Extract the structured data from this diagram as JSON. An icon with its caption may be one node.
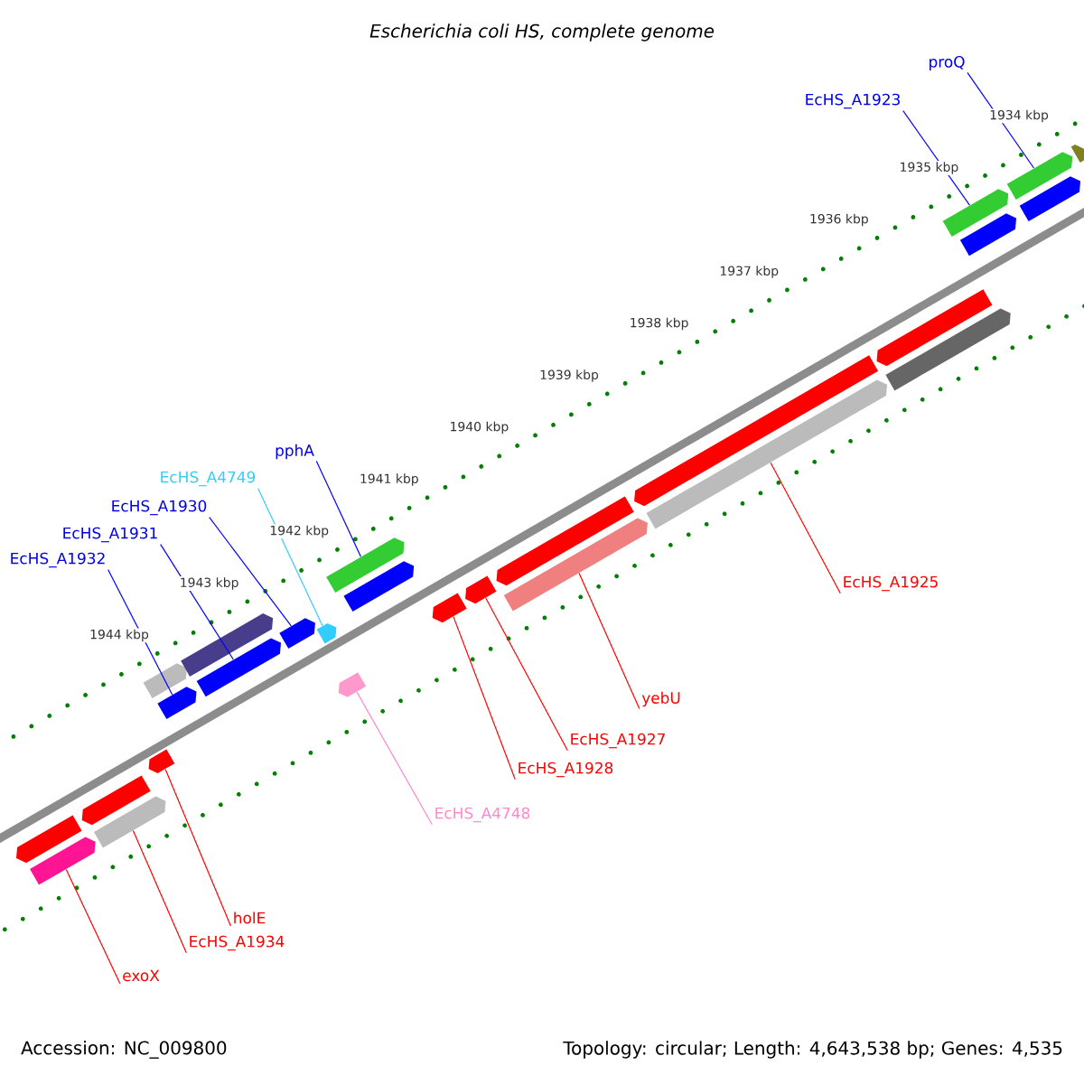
{
  "diagram": {
    "title": "Escherichia coli HS, complete genome",
    "nodes": [
      {
        "text": [
          "proQ"
        ]
      },
      {
        "text": [
          "EcHS_A1923"
        ]
      },
      {
        "text": [
          "pphA"
        ]
      },
      {
        "text": [
          "EcHS_A4749"
        ]
      },
      {
        "text": [
          "EcHS_A1930"
        ]
      },
      {
        "text": [
          "EcHS_A1931"
        ]
      },
      {
        "text": [
          "EcHS_A1932"
        ]
      },
      {
        "text": [
          "EcHS_A1925"
        ]
      },
      {
        "text": [
          "yebU"
        ]
      },
      {
        "text": [
          "EcHS_A1927"
        ]
      },
      {
        "text": [
          "EcHS_A1928"
        ]
      },
      {
        "text": [
          "EcHS_A4748"
        ]
      },
      {
        "text": [
          "holE"
        ]
      },
      {
        "text": [
          "EcHS_A1934"
        ]
      },
      {
        "text": [
          "exoX"
        ]
      },
      {
        "text": [],
        "shape": "pentagon"
      },
      {
        "text": [],
        "shape": "pentagon"
      },
      {
        "text": [],
        "shape": "pentagon"
      },
      {
        "text": [],
        "shape": "pentagon"
      },
      {
        "text": [],
        "shape": "pentagon"
      },
      {
        "text": [],
        "shape": "pentagon"
      },
      {
        "text": [],
        "shape": "pentagon"
      },
      {
        "text": [],
        "shape": "pentagon"
      },
      {
        "text": [],
        "shape": "pentagon"
      },
      {
        "text": [],
        "shape": "pentagon"
      },
      {
        "text": [],
        "shape": "pentagon"
      },
      {
        "text": [],
        "shape": "pentagon"
      },
      {
        "text": [],
        "shape": "pentagon"
      },
      {
        "text": [],
        "shape": "pentagon"
      },
      {
        "text": [],
        "shape": "pentagon"
      },
      {
        "text": [],
        "shape": "pentagon"
      },
      {
        "text": [],
        "shape": "pentagon"
      },
      {
        "text": [],
        "shape": "pentagon"
      },
      {
        "text": [],
        "shape": "pentagon"
      },
      {
        "text": [],
        "shape": "pentagon"
      },
      {
        "text": [],
        "shape": "pentagon"
      },
      {
        "text": [],
        "shape": "pentagon"
      },
      {
        "text": [],
        "shape": "pentagon"
      },
      {
        "text": [],
        "shape": "pentagon"
      },
      {
        "text": [],
        "shape": "pentagon"
      },
      {
        "text": [],
        "shape": "pentagon"
      },
      {
        "text": [],
        "shape": "pentagon"
      }
    ],
    "edges": [
      {
        "from": 0,
        "to": 39,
        "arrow": "none",
        "color": "#0000ff"
      },
      {
        "from": 1,
        "to": 37,
        "arrow": "none",
        "color": "#0000ff"
      },
      {
        "from": 2,
        "to": 27,
        "arrow": "none",
        "color": "#0000ff"
      },
      {
        "from": 3,
        "to": 25,
        "arrow": "none",
        "color": "#33ccff"
      },
      {
        "from": 4,
        "to": 24,
        "arrow": "none",
        "color": "#0000ff"
      },
      {
        "from": 5,
        "to": 23,
        "arrow": "none",
        "color": "#0000ff"
      },
      {
        "from": 6,
        "to": 21,
        "arrow": "none",
        "color": "#0000ff"
      },
      {
        "from": 7,
        "to": 34,
        "arrow": "none"
      },
      {
        "from": 8,
        "to": 32,
        "arrow": "none"
      },
      {
        "from": 9,
        "to": 30,
        "arrow": "none"
      },
      {
        "from": 10,
        "to": 29,
        "arrow": "none"
      },
      {
        "from": 11,
        "to": 26,
        "arrow": "none",
        "color": "#ff88cc"
      },
      {
        "from": 12,
        "to": 19,
        "arrow": "none"
      },
      {
        "from": 13,
        "to": 18,
        "arrow": "none"
      },
      {
        "from": 14,
        "to": 16,
        "arrow": "none"
      }
    ],
    "labels": [
      "1934 kbp",
      "1935 kbp",
      "1936 kbp",
      "1937 kbp",
      "1938 kbp",
      "1939 kbp",
      "1940 kbp",
      "1941 kbp",
      "1942 kbp",
      "1943 kbp",
      "1944 kbp",
      "Accession: NC_009800",
      "Topology: circular; Length: 4,643,538 bp; Genes: 4,535"
    ]
  }
}
